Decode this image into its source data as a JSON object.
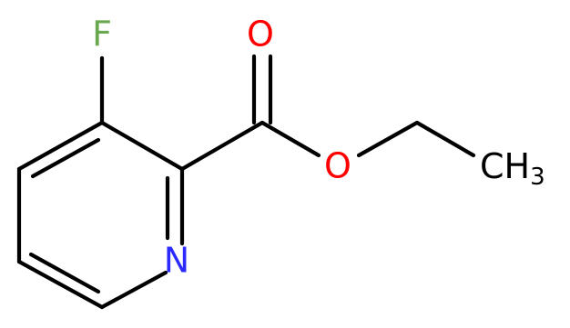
{
  "molecule": {
    "atoms": {
      "fluorine": {
        "symbol": "F",
        "color": "#6aa84f"
      },
      "carbonyl_oxygen": {
        "symbol": "O",
        "color": "#ff0000"
      },
      "ester_oxygen": {
        "symbol": "O",
        "color": "#ff0000"
      },
      "ring_nitrogen": {
        "symbol": "N",
        "color": "#2b2bff"
      },
      "methyl": {
        "symbol": "CH",
        "subscript": "3",
        "color": "#000000"
      }
    },
    "bond_color": "#000000"
  }
}
